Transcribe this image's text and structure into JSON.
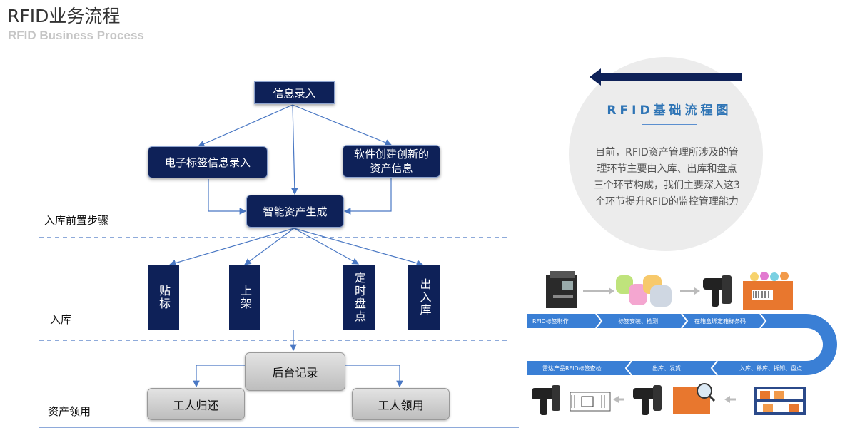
{
  "header": {
    "title": "RFID业务流程",
    "subtitle": "RFID Business Process"
  },
  "flow": {
    "info_entry": "信息录入",
    "tag_entry": "电子标签信息录入",
    "software_entry": "软件创建创新的资产信息",
    "asset_gen": "智能资产生成",
    "attach": "贴标",
    "shelve": "上架",
    "inventory": "定时盘点",
    "outbound": "出入库",
    "backend": "后台记录",
    "return": "工人归还",
    "use": "工人领用"
  },
  "stages": {
    "pre": "入库前置步骤",
    "inbound": "入库",
    "usage": "资产领用"
  },
  "info_panel": {
    "title": "RFID基础流程图",
    "text": "目前，RFID资产管理所涉及的管理环节主要由入库、出库和盘点三个环节构成，我们主要深入这3个环节提升RFID的监控管理能力"
  },
  "process_strip": {
    "top": [
      "RFID标签制作",
      "标签安装、检测",
      "在箱盒绑定箱标条码"
    ],
    "bottom": [
      "出库、发货",
      "入库、移库、拆卸、盘点",
      "雷达产品RFID标签查检"
    ]
  },
  "colors": {
    "navy": "#0e2158",
    "accent": "#2e74b5",
    "band": "#3a7fd5"
  }
}
